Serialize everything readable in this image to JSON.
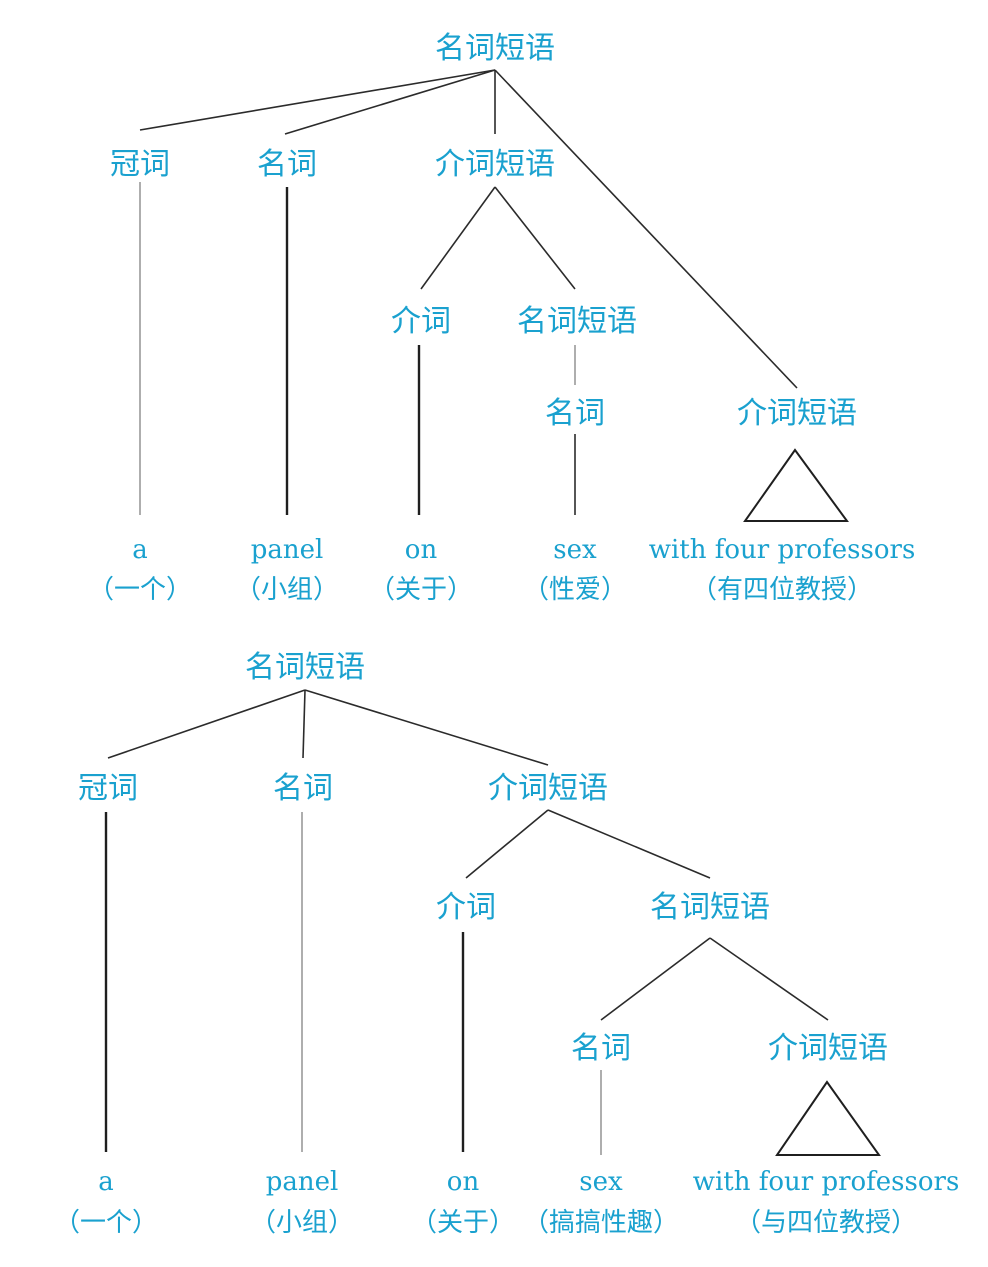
{
  "trees": [
    {
      "nodes": [
        {
          "id": "np",
          "label": "名词短语"
        },
        {
          "id": "det",
          "label": "冠词"
        },
        {
          "id": "n",
          "label": "名词"
        },
        {
          "id": "pp",
          "label": "介词短语"
        },
        {
          "id": "p",
          "label": "介词"
        },
        {
          "id": "np2",
          "label": "名词短语"
        },
        {
          "id": "n2",
          "label": "名词"
        },
        {
          "id": "pp2",
          "label": "介词短语"
        }
      ],
      "leaves": [
        {
          "id": "w1",
          "word": "a",
          "gloss": "（一个）"
        },
        {
          "id": "w2",
          "word": "panel",
          "gloss": "（小组）"
        },
        {
          "id": "w3",
          "word": "on",
          "gloss": "（关于）"
        },
        {
          "id": "w4",
          "word": "sex",
          "gloss": "（性爱）"
        },
        {
          "id": "w5",
          "word": "with four professors",
          "gloss": "（有四位教授）"
        }
      ]
    },
    {
      "nodes": [
        {
          "id": "np",
          "label": "名词短语"
        },
        {
          "id": "det",
          "label": "冠词"
        },
        {
          "id": "n",
          "label": "名词"
        },
        {
          "id": "pp",
          "label": "介词短语"
        },
        {
          "id": "p",
          "label": "介词"
        },
        {
          "id": "np2",
          "label": "名词短语"
        },
        {
          "id": "n2",
          "label": "名词"
        },
        {
          "id": "pp2",
          "label": "介词短语"
        }
      ],
      "leaves": [
        {
          "id": "w1",
          "word": "a",
          "gloss": "（一个）"
        },
        {
          "id": "w2",
          "word": "panel",
          "gloss": "（小组）"
        },
        {
          "id": "w3",
          "word": "on",
          "gloss": "（关于）"
        },
        {
          "id": "w4",
          "word": "sex",
          "gloss": "（搞搞性趣）"
        },
        {
          "id": "w5",
          "word": "with four professors",
          "gloss": "（与四位教授）"
        }
      ]
    }
  ],
  "colors": {
    "label": "#1aa1cf",
    "line": "#2b2b2b"
  }
}
